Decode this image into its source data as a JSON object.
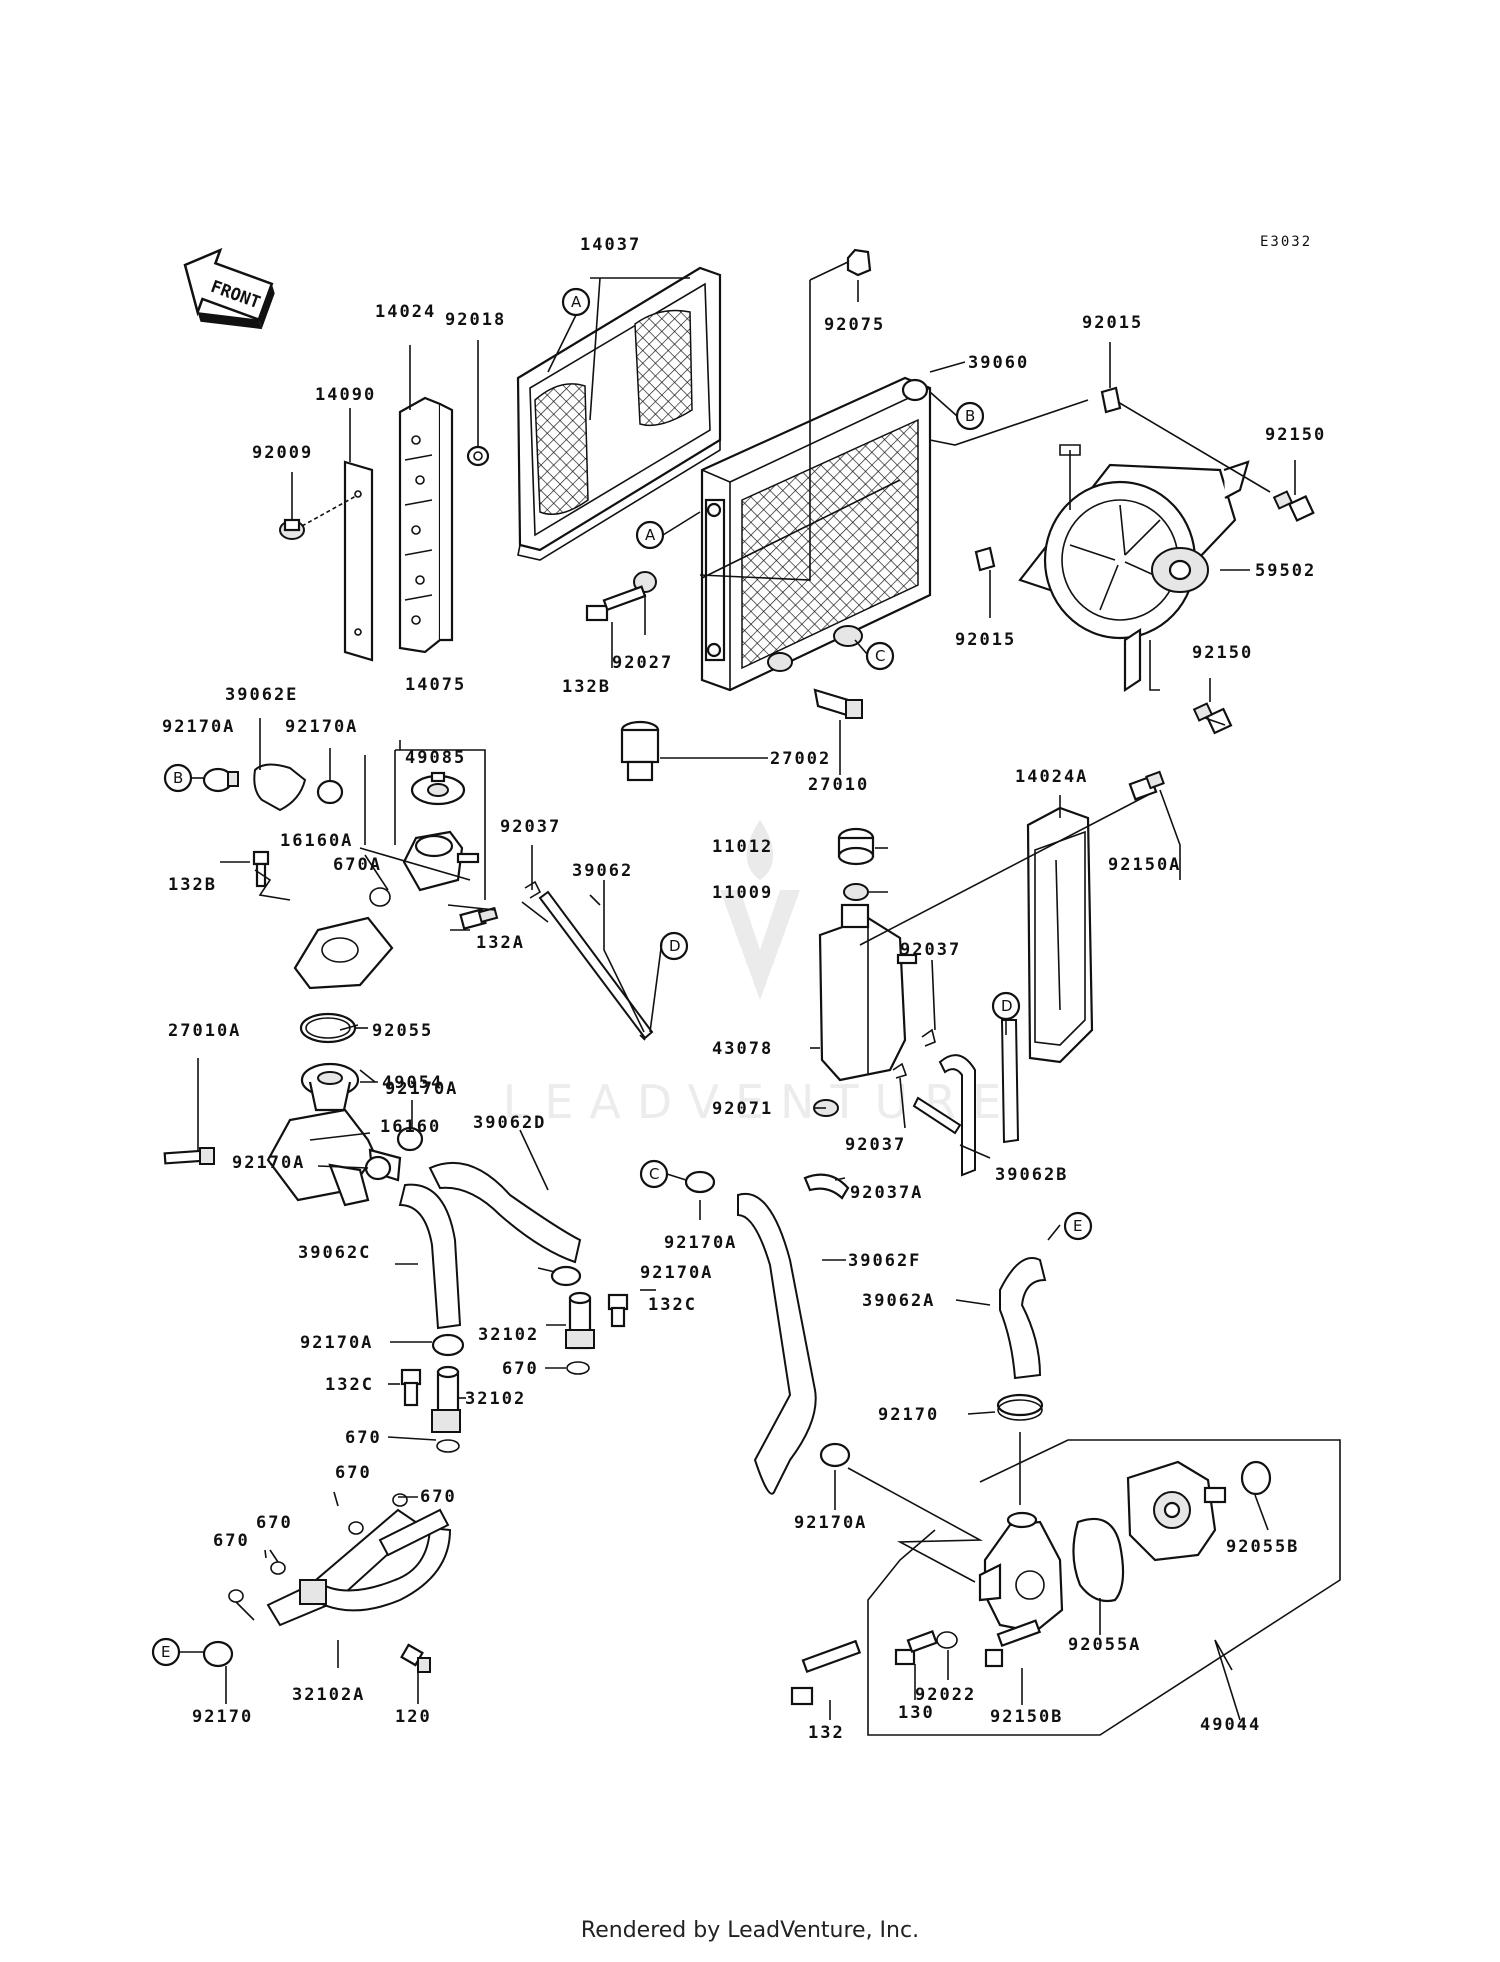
{
  "diagram_code": "E3032",
  "front_label": "FRONT",
  "footer": "Rendered by LeadVenture, Inc.",
  "watermark": "LEADVENTURE",
  "refs": [
    "A",
    "B",
    "C",
    "D",
    "E"
  ],
  "parts": [
    {
      "id": "p14037",
      "text": "14037"
    },
    {
      "id": "p14024",
      "text": "14024"
    },
    {
      "id": "p92018",
      "text": "92018"
    },
    {
      "id": "p14090",
      "text": "14090"
    },
    {
      "id": "p92009",
      "text": "92009"
    },
    {
      "id": "p92075",
      "text": "92075"
    },
    {
      "id": "p39060",
      "text": "39060"
    },
    {
      "id": "p92015a",
      "text": "92015"
    },
    {
      "id": "p92150a",
      "text": "92150"
    },
    {
      "id": "p59502",
      "text": "59502"
    },
    {
      "id": "p92015b",
      "text": "92015"
    },
    {
      "id": "p92150b",
      "text": "92150"
    },
    {
      "id": "p132B",
      "text": "132B"
    },
    {
      "id": "p92027",
      "text": "92027"
    },
    {
      "id": "p27002",
      "text": "27002"
    },
    {
      "id": "p27010",
      "text": "27010"
    },
    {
      "id": "p39062E",
      "text": "39062E"
    },
    {
      "id": "p14075",
      "text": "14075"
    },
    {
      "id": "p92170A1",
      "text": "92170A"
    },
    {
      "id": "p92170A2",
      "text": "92170A"
    },
    {
      "id": "p49085",
      "text": "49085"
    },
    {
      "id": "p16160A",
      "text": "16160A"
    },
    {
      "id": "p670A",
      "text": "670A"
    },
    {
      "id": "p132B2",
      "text": "132B"
    },
    {
      "id": "p92037a",
      "text": "92037"
    },
    {
      "id": "p39062",
      "text": "39062"
    },
    {
      "id": "p132A",
      "text": "132A"
    },
    {
      "id": "p92055",
      "text": "92055"
    },
    {
      "id": "p27010A",
      "text": "27010A"
    },
    {
      "id": "p49054",
      "text": "49054"
    },
    {
      "id": "p16160",
      "text": "16160"
    },
    {
      "id": "p92170A3",
      "text": "92170A"
    },
    {
      "id": "p92170A4",
      "text": "92170A"
    },
    {
      "id": "p14024A",
      "text": "14024A"
    },
    {
      "id": "p11012",
      "text": "11012"
    },
    {
      "id": "p11009",
      "text": "11009"
    },
    {
      "id": "p92150A",
      "text": "92150A"
    },
    {
      "id": "p92037b",
      "text": "92037"
    },
    {
      "id": "p43078",
      "text": "43078"
    },
    {
      "id": "p92071",
      "text": "92071"
    },
    {
      "id": "p92037c",
      "text": "92037"
    },
    {
      "id": "p39062B",
      "text": "39062B"
    },
    {
      "id": "p39062D",
      "text": "39062D"
    },
    {
      "id": "p39062C",
      "text": "39062C"
    },
    {
      "id": "p92170A5",
      "text": "92170A"
    },
    {
      "id": "p92170A6",
      "text": "92170A"
    },
    {
      "id": "p92037A",
      "text": "92037A"
    },
    {
      "id": "p39062F",
      "text": "39062F"
    },
    {
      "id": "p32102a",
      "text": "32102"
    },
    {
      "id": "p132C1",
      "text": "132C"
    },
    {
      "id": "p670a",
      "text": "670"
    },
    {
      "id": "p92170A7",
      "text": "92170A"
    },
    {
      "id": "p132C2",
      "text": "132C"
    },
    {
      "id": "p32102b",
      "text": "32102"
    },
    {
      "id": "p670b",
      "text": "670"
    },
    {
      "id": "p39062A",
      "text": "39062A"
    },
    {
      "id": "p92170",
      "text": "92170"
    },
    {
      "id": "p670c",
      "text": "670"
    },
    {
      "id": "p670d",
      "text": "670"
    },
    {
      "id": "p670e",
      "text": "670"
    },
    {
      "id": "p670f",
      "text": "670"
    },
    {
      "id": "p92170A8",
      "text": "92170A"
    },
    {
      "id": "p92055B",
      "text": "92055B"
    },
    {
      "id": "p92055A",
      "text": "92055A"
    },
    {
      "id": "p32102A",
      "text": "32102A"
    },
    {
      "id": "p120",
      "text": "120"
    },
    {
      "id": "p92170b",
      "text": "92170"
    },
    {
      "id": "p132",
      "text": "132"
    },
    {
      "id": "p130",
      "text": "130"
    },
    {
      "id": "p92022",
      "text": "92022"
    },
    {
      "id": "p92150B",
      "text": "92150B"
    },
    {
      "id": "p49044",
      "text": "49044"
    }
  ]
}
